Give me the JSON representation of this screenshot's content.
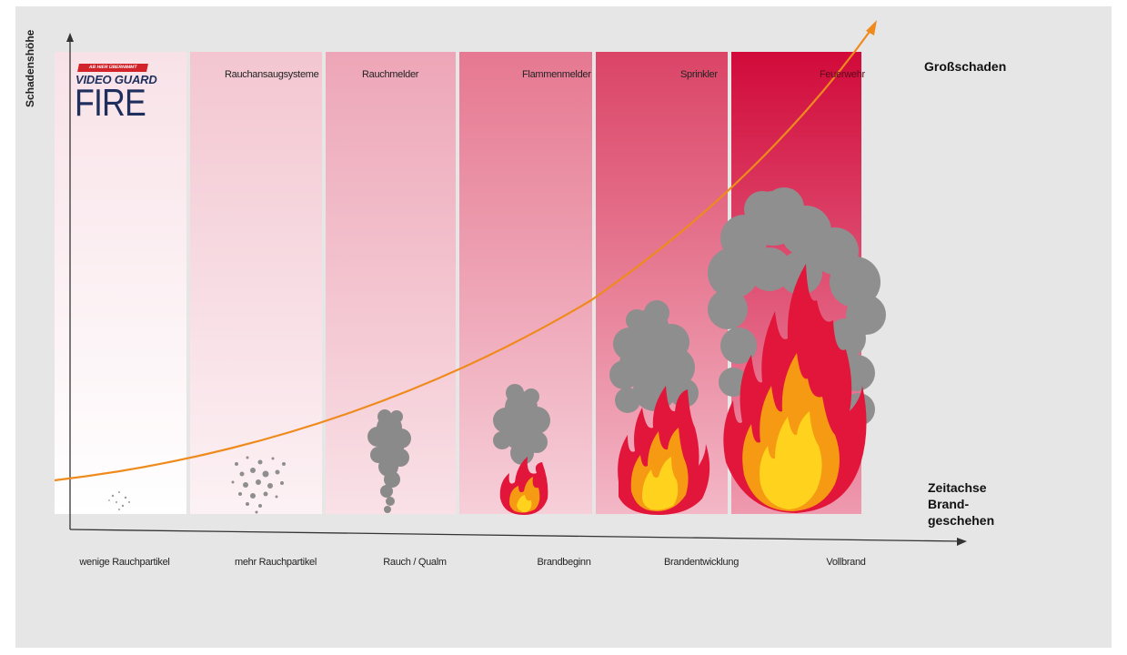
{
  "logo": {
    "badge": "AB HIER ÜBERNIMMT",
    "brand_top": "VIDEO GUARD",
    "brand_main": "FIRE"
  },
  "axes": {
    "y_label": "Schadenshöhe",
    "top_right_label": "Großschaden",
    "x_label_lines": [
      "Zeitachse",
      "Brand-",
      "geschehen"
    ]
  },
  "bands": [
    {
      "label": "",
      "color": "#fcf0f3"
    },
    {
      "label": "Rauchansaugsysteme",
      "color": "#f6d3dc"
    },
    {
      "label": "Rauchmelder",
      "color": "#f0b2c1"
    },
    {
      "label": "Flammenmelder",
      "color": "#e8849b"
    },
    {
      "label": "Sprinkler",
      "color": "#de4f6d"
    },
    {
      "label": "Feuerwehr",
      "color": "#d20c3c"
    }
  ],
  "stages": [
    "wenige Rauchpartikel",
    "mehr Rauchpartikel",
    "Rauch / Qualm",
    "Brandbeginn",
    "Brandentwicklung",
    "Vollbrand"
  ],
  "colors": {
    "curve": "#ef8a1c",
    "smoke": "#8a8a8a",
    "flame_outer": "#e2163a",
    "flame_mid": "#f59a12",
    "flame_inner": "#ffd21e",
    "axis": "#333333"
  }
}
